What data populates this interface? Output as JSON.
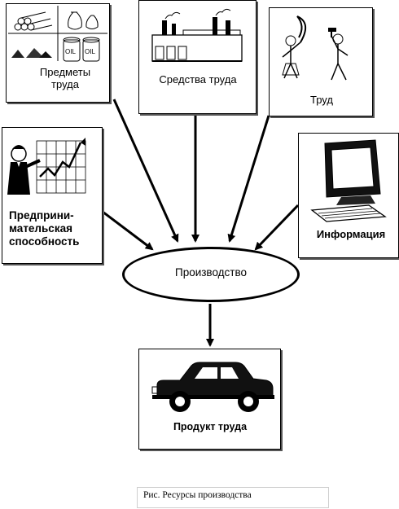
{
  "nodes": {
    "predmety": "Предметы\nтруда",
    "sredstva": "Средства труда",
    "trud": "Труд",
    "predprin": "Предприни-\nмательская\nспособность",
    "informaciya": "Информация",
    "proizvodstvo": "Производство",
    "produkt": "Продукт труда"
  },
  "illustration": {
    "oil_label_1": "OIL",
    "oil_label_2": "OIL"
  },
  "caption": "Рис.  Ресурсы производства",
  "icons": [
    "logs-icon",
    "sacks-icon",
    "piles-icon",
    "oil-barrels-icon",
    "factory-icon",
    "workers-icon",
    "entrepreneur-icon",
    "computer-icon",
    "car-icon"
  ]
}
